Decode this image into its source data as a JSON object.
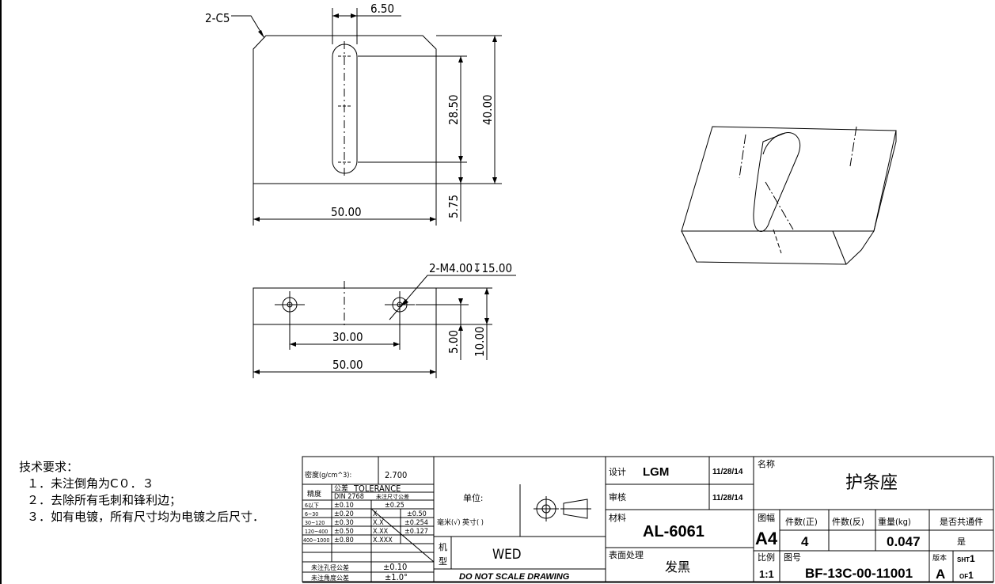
{
  "drawing": {
    "top_view": {
      "chamfer_label": "2-C5",
      "slot_width": "6.50",
      "slot_length": "28.50",
      "height": "40.00",
      "width": "50.00",
      "bottom_offset": "5.75"
    },
    "side_view": {
      "thread_callout": "2-M4.00",
      "depth_symbol": "↧",
      "thread_depth": "15.00",
      "hole_spacing": "30.00",
      "width": "50.00",
      "hole_height": "5.00",
      "thickness": "10.00"
    }
  },
  "notes": {
    "title": "技术要求：",
    "items": [
      "１．未注倒角为C０．３",
      "２．去除所有毛刺和锋利边；",
      "３．如有电镀，所有尺寸均为电镀之后尺寸．"
    ]
  },
  "title_block": {
    "density_label": "密度(g/cm^3):",
    "density_value": "2.700",
    "precision_label": "精度",
    "tol_cn": "公差",
    "tol_en": "TOLERANCE",
    "din": "DIN 2768",
    "unspec_tol": "未注尺寸公差",
    "tol_rows": [
      {
        "range": "6以下",
        "v1": "±0.10",
        "v2": "±0.25"
      },
      {
        "range": "6~30",
        "v1": "±0.20",
        "v2": "X",
        "v3": "±0.50"
      },
      {
        "range": "30~120",
        "v1": "±0.30",
        "v2": "X.X",
        "v3": "±0.254"
      },
      {
        "range": "120~400",
        "v1": "±0.50",
        "v2": "X.XX",
        "v3": "±0.127"
      },
      {
        "range": "400~1000",
        "v1": "±0.80",
        "v2": "X.XXX"
      }
    ],
    "hole_tol_label": "未注孔径公差",
    "hole_tol_value": "±0.10",
    "angle_tol_label": "未注角度公差",
    "angle_tol_value": "±1.0°",
    "unit_label": "单位:",
    "unit_value": "毫米(√) 英寸(   )",
    "machine_label": "机型",
    "machine_value": "WED",
    "no_scale": "DO NOT SCALE DRAWING",
    "designer_label": "设计",
    "designer": "LGM",
    "design_date": "11/28/14",
    "review_label": "审核",
    "review_date": "11/28/14",
    "material_label": "材料",
    "material": "AL-6061",
    "finish_label": "表面处理",
    "finish": "发黑",
    "name_label": "名称",
    "name": "护条座",
    "size_label": "图幅",
    "size": "A4",
    "qty_pos_label": "件数(正)",
    "qty_pos": "4",
    "qty_neg_label": "件数(反)",
    "qty_neg": "",
    "weight_label": "重量(kg)",
    "weight": "0.047",
    "common_label": "是否共通件",
    "common": "是",
    "scale_label": "比例",
    "scale": "1:1",
    "dwg_label": "图号",
    "dwg_no": "BF-13C-00-11001",
    "rev_label": "版本",
    "rev": "A",
    "sht": "SHT",
    "sht_no": "1",
    "of": "OF",
    "of_no": "1"
  }
}
